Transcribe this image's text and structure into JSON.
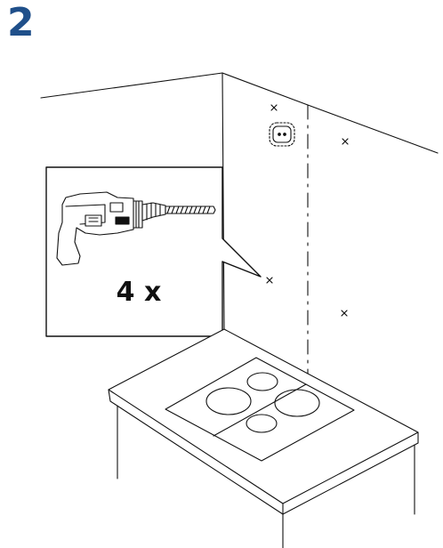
{
  "step": {
    "number": "2"
  },
  "callout": {
    "quantity": "4 x"
  },
  "marks": {
    "glyph": "×",
    "count": 4
  },
  "colors": {
    "step_number": "#1f4f8a",
    "line": "#111111"
  },
  "icons": [
    "drill-icon",
    "wall-socket-icon",
    "drill-mark-icon",
    "induction-hob-icon"
  ]
}
